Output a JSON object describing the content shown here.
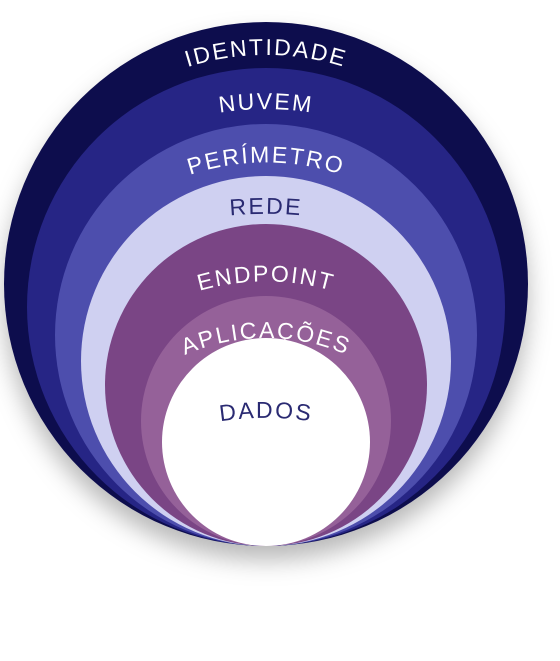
{
  "layers": [
    {
      "label": "IDENTIDADE",
      "fill": "#0f0d4d",
      "text_color": "#ffffff"
    },
    {
      "label": "NUVEM",
      "fill": "#262585",
      "text_color": "#ffffff"
    },
    {
      "label": "PERÍMETRO",
      "fill": "#4d4ead",
      "text_color": "#ffffff"
    },
    {
      "label": "REDE",
      "fill": "#cfd0f1",
      "text_color": "#2a2a72"
    },
    {
      "label": "ENDPOINT",
      "fill": "#7a4585",
      "text_color": "#ffffff"
    },
    {
      "label": "APLICAÇÕES",
      "fill": "#956199",
      "text_color": "#ffffff"
    },
    {
      "label": "DADOS",
      "fill": "#ffffff",
      "text_color": "#2a2a72"
    }
  ]
}
